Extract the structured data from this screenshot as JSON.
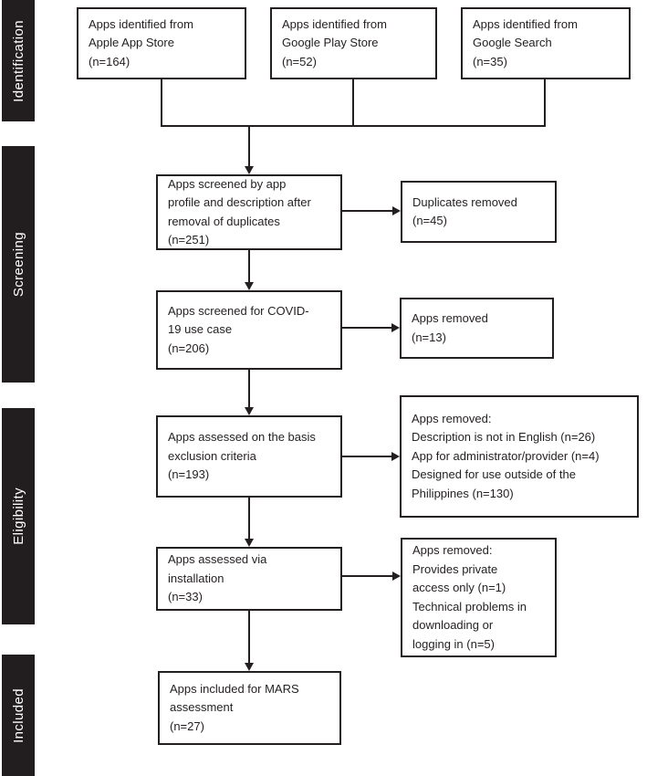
{
  "colors": {
    "stage_bar_bg": "#221e1f",
    "stage_bar_text": "#ffffff",
    "box_border": "#231f20",
    "box_text": "#231f20",
    "connector": "#231f20",
    "background": "#ffffff"
  },
  "diagram": {
    "type": "prisma-flowchart",
    "stages": {
      "identification": "Identification",
      "screening": "Screening",
      "eligibility": "Eligibility",
      "included": "Included"
    },
    "boxes": {
      "apple_store": {
        "lines": [
          "Apps identified from",
          "Apple App Store",
          "(n=164)"
        ],
        "n": 164
      },
      "google_play": {
        "lines": [
          "Apps identified from",
          "Google Play Store",
          "(n=52)"
        ],
        "n": 52
      },
      "google_search": {
        "lines": [
          "Apps identified from",
          "Google Search",
          "(n=35)"
        ],
        "n": 35
      },
      "screened_profile": {
        "lines": [
          "Apps screened by app",
          "profile and description after",
          "removal of duplicates",
          "(n=251)"
        ],
        "n": 251
      },
      "duplicates_removed": {
        "lines": [
          "Duplicates removed",
          "(n=45)"
        ],
        "n": 45
      },
      "screened_covid": {
        "lines": [
          "Apps screened for COVID-",
          "19 use case",
          "(n=206)"
        ],
        "n": 206
      },
      "apps_removed_usecase": {
        "lines": [
          "Apps removed",
          "(n=13)"
        ],
        "n": 13
      },
      "assessed_exclusion": {
        "lines": [
          "Apps assessed on the basis",
          "exclusion criteria",
          "(n=193)"
        ],
        "n": 193
      },
      "apps_removed_exclusion": {
        "lines": [
          "Apps removed:",
          "Description is not in English (n=26)",
          "App for administrator/provider (n=4)",
          "Designed for use outside of the",
          "Philippines (n=130)"
        ],
        "n_description_not_english": 26,
        "n_administrator_provider": 4,
        "n_outside_philippines": 130
      },
      "assessed_installation": {
        "lines": [
          "Apps assessed via",
          "installation",
          "(n=33)"
        ],
        "n": 33
      },
      "apps_removed_installation": {
        "lines": [
          "Apps removed:",
          "Provides private",
          "access only (n=1)",
          "Technical problems in",
          "downloading or",
          "logging in (n=5)"
        ],
        "n_private_access": 1,
        "n_technical_problems": 5
      },
      "included_mars": {
        "lines": [
          "Apps included for MARS",
          "assessment",
          "(n=27)"
        ],
        "n": 27
      }
    }
  }
}
